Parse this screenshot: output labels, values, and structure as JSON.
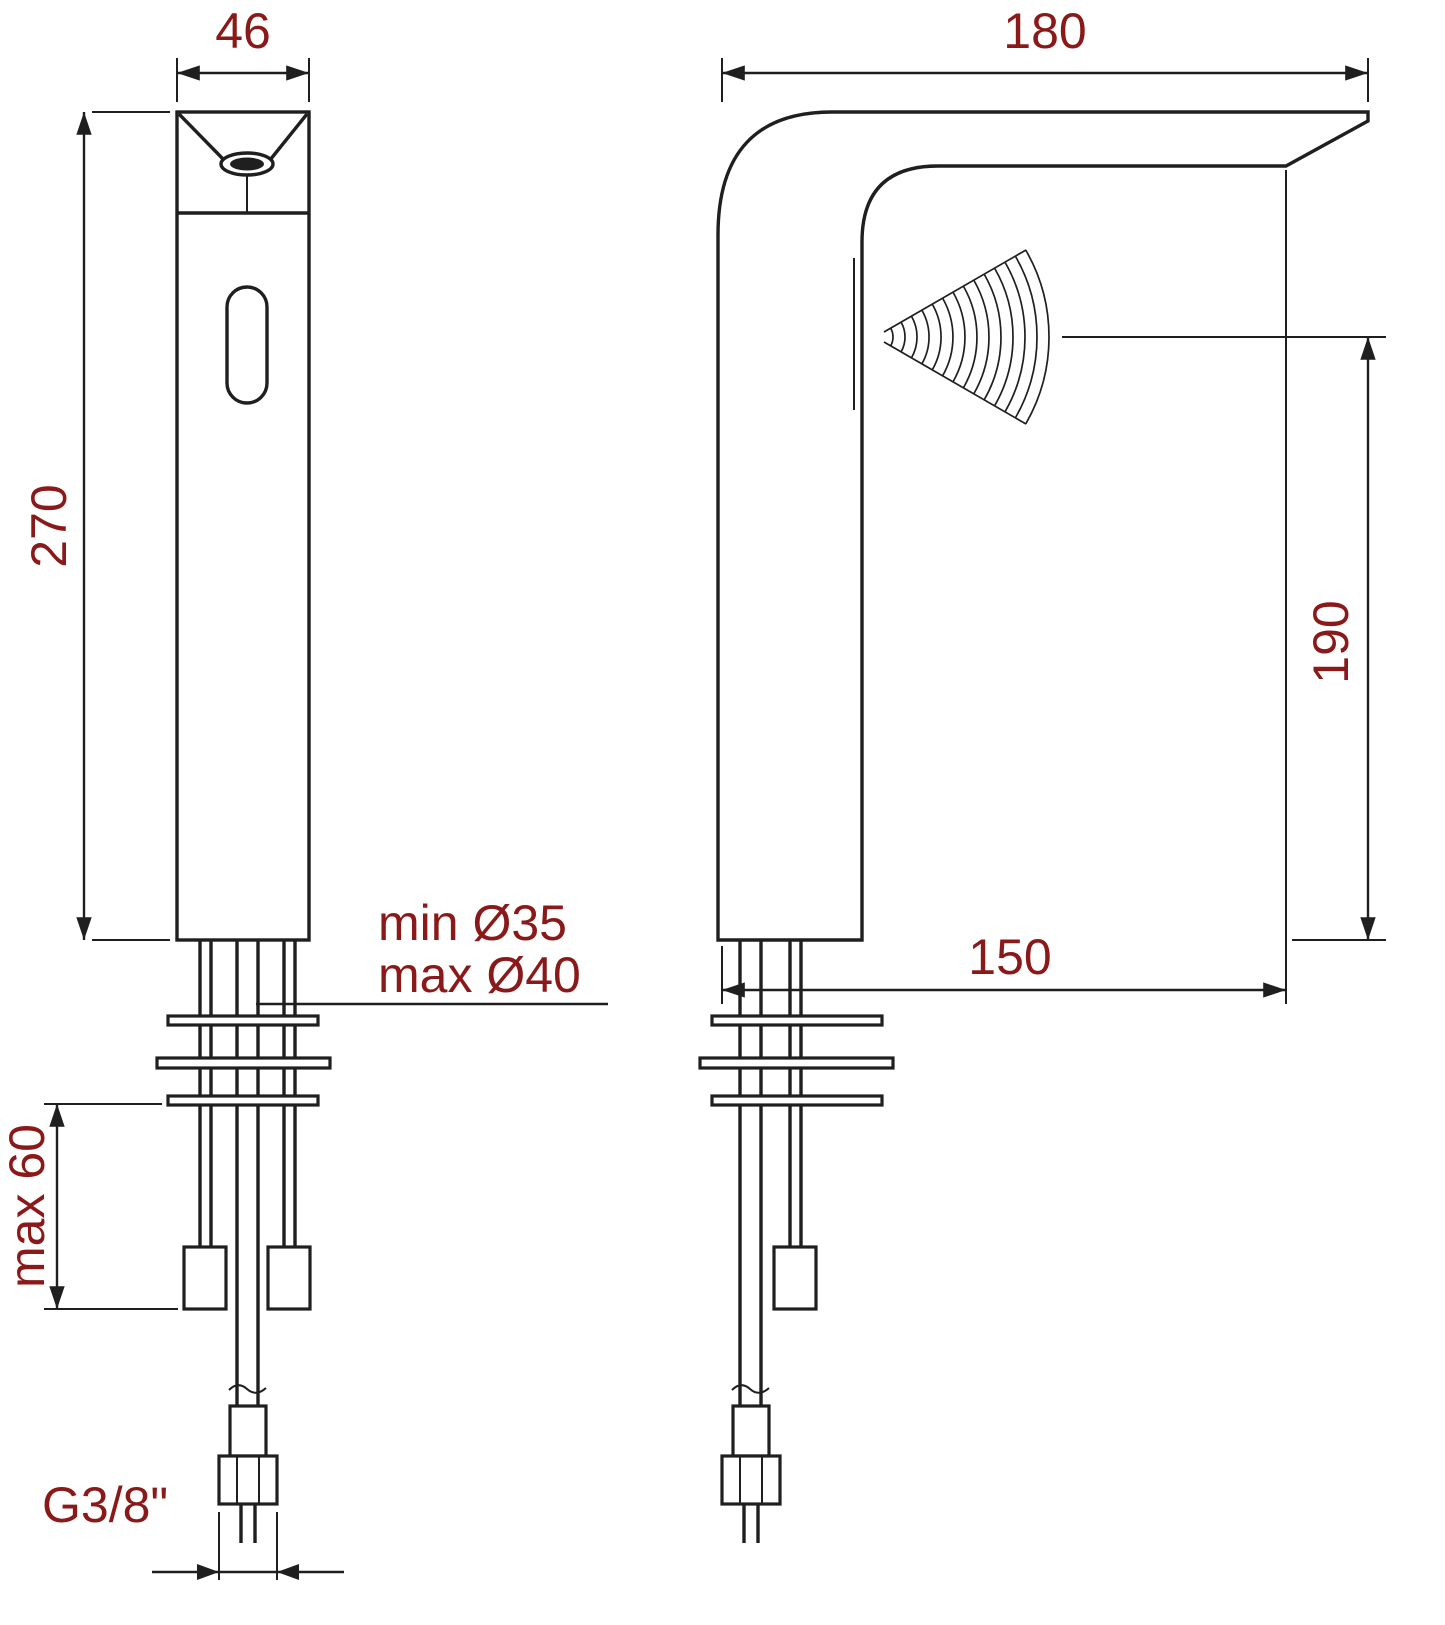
{
  "meta": {
    "background_color": "#ffffff",
    "line_color": "#1f1f1f",
    "dimension_text_color": "#8a1a1a"
  },
  "front_view": {
    "dim_width": "46",
    "dim_height": "270",
    "dim_deck_thickness": "max 60",
    "hole_min": "min Ø35",
    "hole_max": "max Ø40",
    "thread_label": "G3/8\""
  },
  "side_view": {
    "dim_depth": "180",
    "dim_spout_height": "190",
    "dim_reach": "150"
  }
}
